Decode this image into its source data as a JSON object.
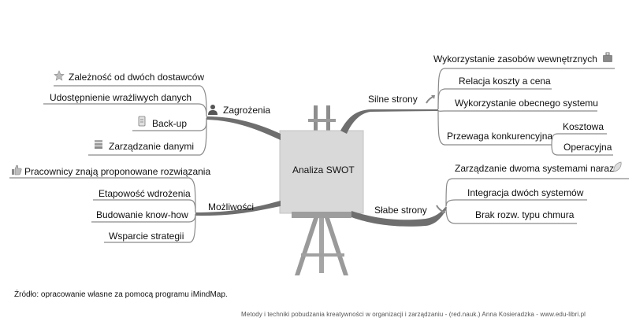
{
  "center": {
    "label": "Analiza SWOT"
  },
  "threats": {
    "label": "Zagrożenia",
    "icon": "user-icon",
    "items": [
      {
        "label": "Zależność od dwóch dostawców",
        "icon": "star-icon"
      },
      {
        "label": "Udostępnienie wrażliwych danych",
        "icon": ""
      },
      {
        "label": "Back-up",
        "icon": "document-icon"
      },
      {
        "label": "Zarządzanie danymi",
        "icon": "database-icon"
      }
    ]
  },
  "opportunities": {
    "label": "Możliwości",
    "items": [
      {
        "label": "Pracownicy znają proponowane rozwiązania",
        "icon": "thumbs-up-icon"
      },
      {
        "label": "Etapowość wdrożenia"
      },
      {
        "label": "Budowanie know-how"
      },
      {
        "label": "Wsparcie strategii"
      }
    ]
  },
  "strengths": {
    "label": "Silne strony",
    "icon": "arrow-up-icon",
    "items": [
      {
        "label": "Wykorzystanie zasobów wewnętrznych",
        "icon": "briefcase-icon"
      },
      {
        "label": "Relacja koszty a cena"
      },
      {
        "label": "Wykorzystanie obecnego systemu"
      },
      {
        "label": "Przewaga konkurencyjna",
        "children": [
          "Kosztowa",
          "Operacyjna"
        ]
      }
    ]
  },
  "weaknesses": {
    "label": "Słabe strony",
    "icon": "arrow-down-icon",
    "items": [
      {
        "label": "Zarządzanie dwoma systemami naraz",
        "icon": "leaf-icon"
      },
      {
        "label": "Integracja dwóch systemów"
      },
      {
        "label": "Brak rozw. typu chmura"
      }
    ]
  },
  "source_note": "Źródło: opracowanie własne za pomocą programu iMindMap.",
  "footer": "Metody i techniki pobudzania kreatywności w organizacji i zarządzaniu -  (red.nauk.) Anna Kosieradzka - www.edu-libri.pl",
  "colors": {
    "branch": "#6e6e6e",
    "line": "#8a8a8a",
    "canvas": "#d9d9d9",
    "easel": "#9a9a9a"
  }
}
